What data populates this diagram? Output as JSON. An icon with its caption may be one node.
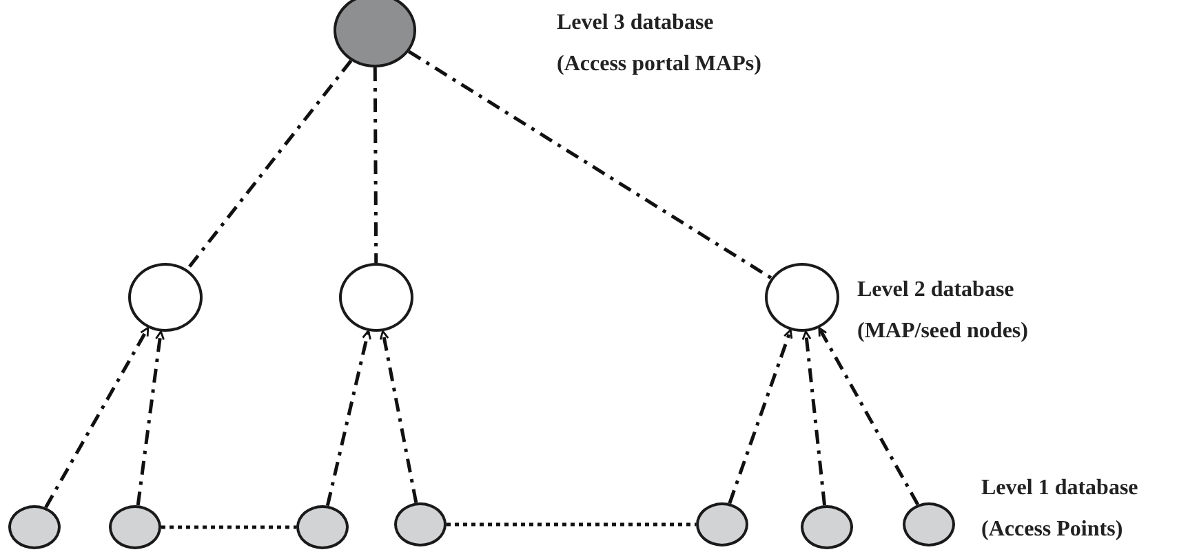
{
  "diagram": {
    "nodes": [
      {
        "text": [],
        "shape": "circle",
        "beside": [
          "Level 3 database",
          "(Access portal MAPs)"
        ]
      },
      {
        "text": [],
        "shape": "circle"
      },
      {
        "text": [],
        "shape": "circle"
      },
      {
        "text": [],
        "shape": "circle",
        "beside": [
          "Level 2 database",
          "(MAP/seed nodes)"
        ]
      },
      {
        "text": [],
        "shape": "circle"
      },
      {
        "text": [],
        "shape": "circle"
      },
      {
        "text": [],
        "shape": "circle"
      },
      {
        "text": [],
        "shape": "circle"
      },
      {
        "text": [],
        "shape": "circle"
      },
      {
        "text": [],
        "shape": "circle"
      },
      {
        "text": [],
        "shape": "circle",
        "beside": [
          "Level 1 database",
          "(Access Points)"
        ]
      }
    ],
    "edges": [
      {
        "from": 0,
        "to": 1,
        "arrow": "none"
      },
      {
        "from": 0,
        "to": 2,
        "arrow": "none"
      },
      {
        "from": 0,
        "to": 3,
        "arrow": "none"
      },
      {
        "from": 4,
        "to": 1,
        "arrow": "to"
      },
      {
        "from": 5,
        "to": 1,
        "arrow": "to"
      },
      {
        "from": 6,
        "to": 2,
        "arrow": "to"
      },
      {
        "from": 7,
        "to": 2,
        "arrow": "to"
      },
      {
        "from": 8,
        "to": 3,
        "arrow": "to"
      },
      {
        "from": 9,
        "to": 3,
        "arrow": "to"
      },
      {
        "from": 10,
        "to": 3,
        "arrow": "to"
      },
      {
        "from": 5,
        "to": 6,
        "arrow": "none",
        "style": "dashed"
      },
      {
        "from": 7,
        "to": 8,
        "arrow": "none",
        "style": "dashed"
      }
    ]
  }
}
